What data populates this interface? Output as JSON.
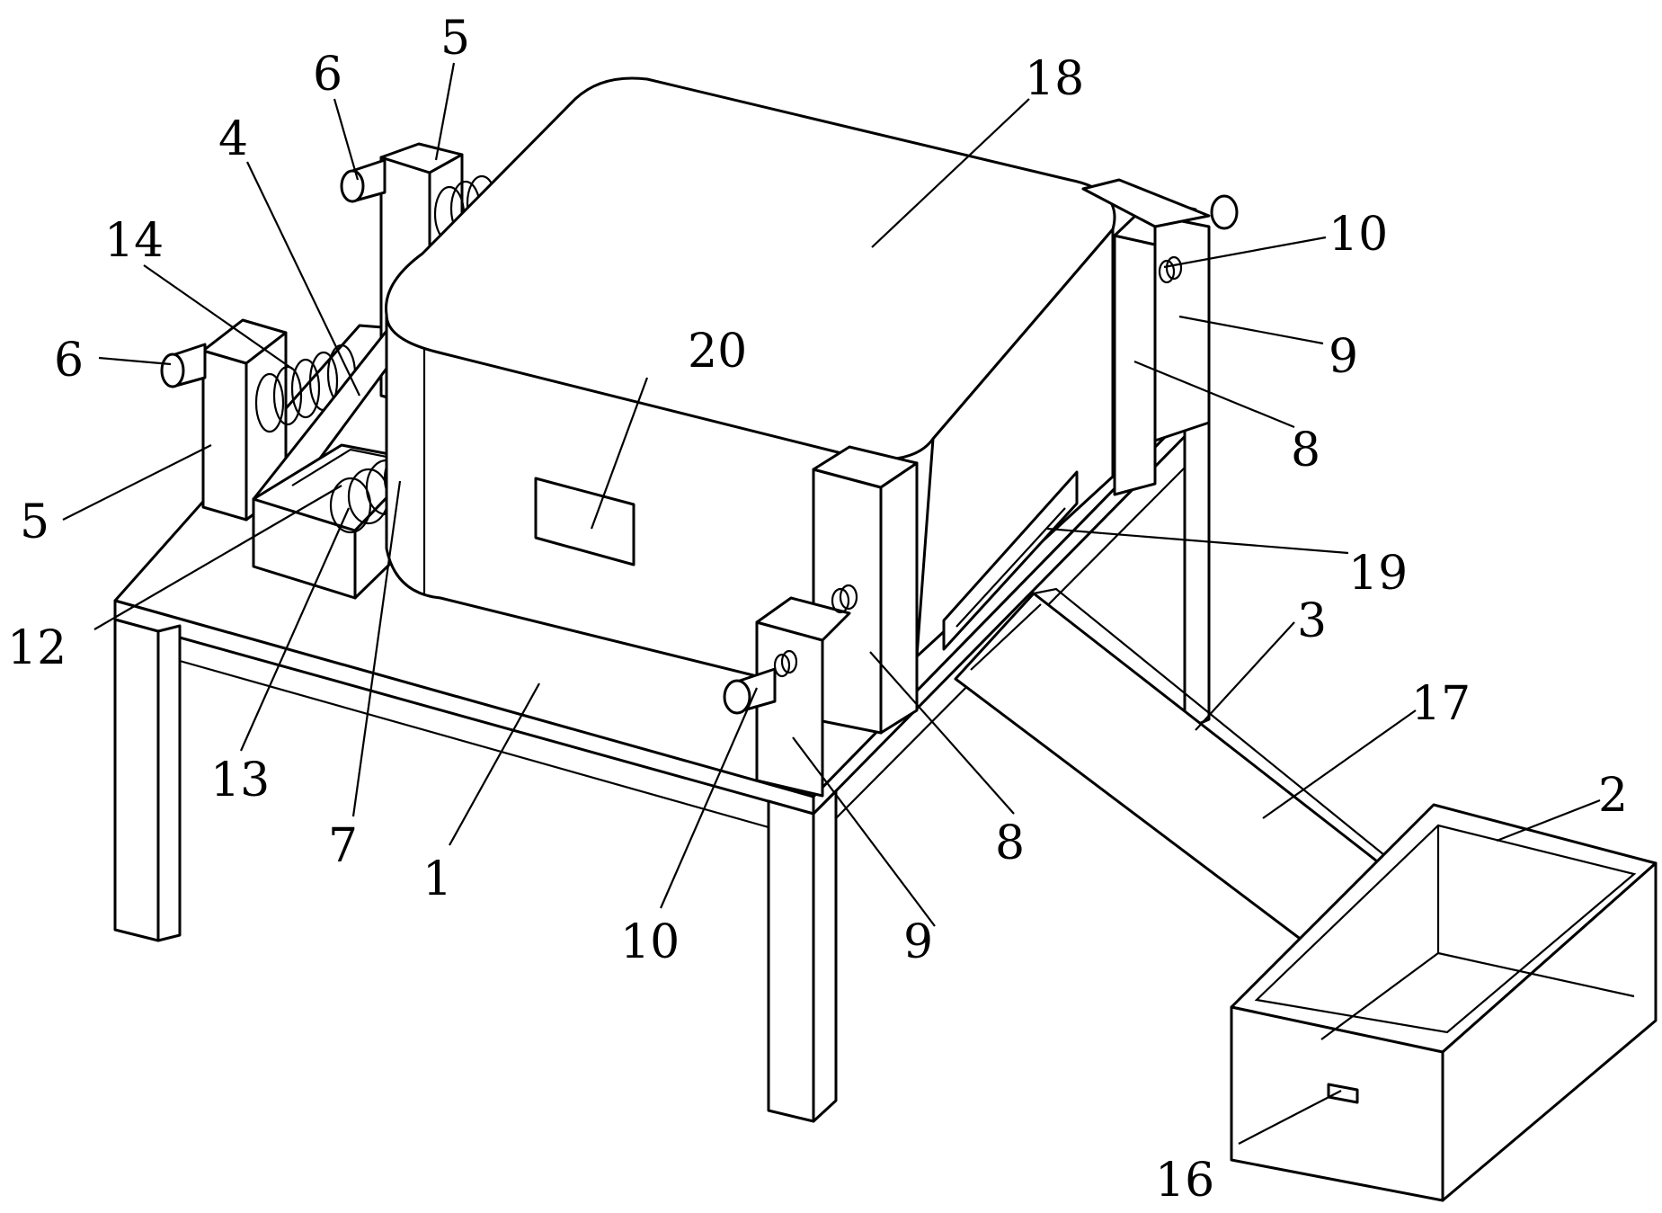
{
  "callouts": [
    {
      "id": "c-18",
      "text": "18"
    },
    {
      "id": "c-5-top",
      "text": "5"
    },
    {
      "id": "c-6-top",
      "text": "6"
    },
    {
      "id": "c-4",
      "text": "4"
    },
    {
      "id": "c-14",
      "text": "14"
    },
    {
      "id": "c-6-left",
      "text": "6"
    },
    {
      "id": "c-5-left",
      "text": "5"
    },
    {
      "id": "c-12",
      "text": "12"
    },
    {
      "id": "c-13",
      "text": "13"
    },
    {
      "id": "c-7",
      "text": "7"
    },
    {
      "id": "c-1",
      "text": "1"
    },
    {
      "id": "c-20",
      "text": "20"
    },
    {
      "id": "c-10-right",
      "text": "10"
    },
    {
      "id": "c-9-right",
      "text": "9"
    },
    {
      "id": "c-8-right",
      "text": "8"
    },
    {
      "id": "c-19",
      "text": "19"
    },
    {
      "id": "c-3",
      "text": "3"
    },
    {
      "id": "c-17",
      "text": "17"
    },
    {
      "id": "c-2",
      "text": "2"
    },
    {
      "id": "c-16",
      "text": "16"
    },
    {
      "id": "c-10-front",
      "text": "10"
    },
    {
      "id": "c-9-front",
      "text": "9"
    },
    {
      "id": "c-8-front",
      "text": "8"
    }
  ]
}
